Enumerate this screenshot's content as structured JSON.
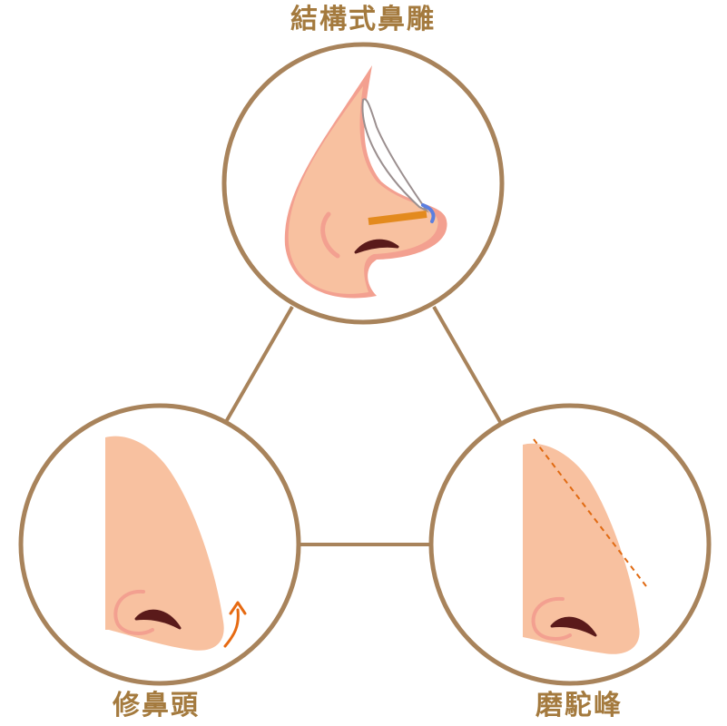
{
  "labels": {
    "top": "結構式鼻雕",
    "left": "修鼻頭",
    "right": "磨駝峰"
  },
  "colors": {
    "ring": "#a8835b",
    "label": "#a47a3e",
    "skin": "#f8c1a0",
    "skin_shadow": "#f3a090",
    "nostril": "#5a1a1a",
    "implant_outline": "#9b8f8f",
    "strut": "#e38a1e",
    "tip_mark": "#5b7fe0",
    "arrow": "#e66a12",
    "dashed_line": "#e06a12"
  },
  "icons": {
    "top": "structural-rhinoplasty-nose-icon",
    "left": "tip-refinement-nose-icon",
    "right": "hump-reduction-nose-icon"
  }
}
